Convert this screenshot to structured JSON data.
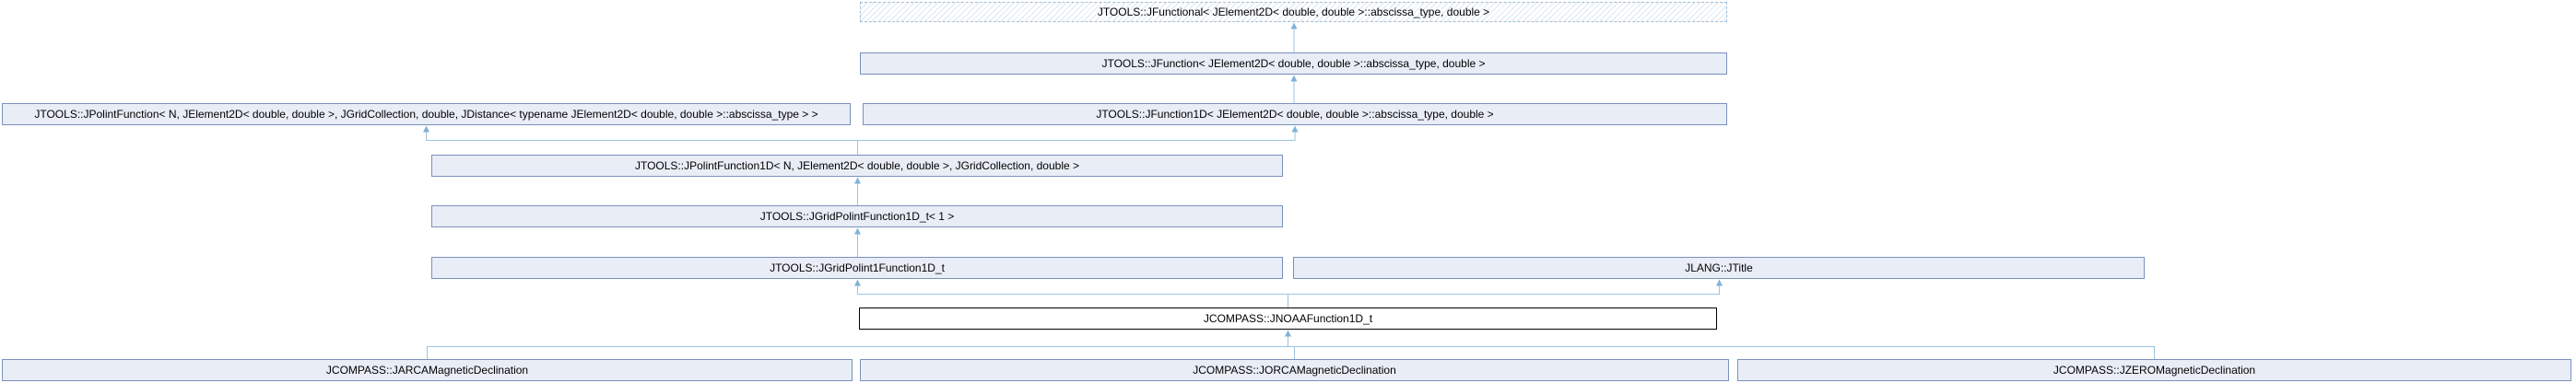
{
  "colors": {
    "background": "#ffffff",
    "node_fill": "#e9edf6",
    "node_border": "#7b90bd",
    "undocumented_node_border": "#9fbfd8",
    "current_node_border": "#000000",
    "current_node_fill": "#ffffff",
    "edge_line": "#9ec4de",
    "edge_arrowhead": "#7fb2d7",
    "text": "#000000"
  },
  "nodes": {
    "jfunctional": "JTOOLS::JFunctional< JElement2D< double, double >::abscissa_type, double >",
    "jfunction": "JTOOLS::JFunction< JElement2D< double, double >::abscissa_type, double >",
    "jpolintfunction": "JTOOLS::JPolintFunction< N, JElement2D< double, double >, JGridCollection, double, JDistance< typename JElement2D< double, double >::abscissa_type > >",
    "jfunction1d": "JTOOLS::JFunction1D< JElement2D< double, double >::abscissa_type, double >",
    "jpolintfunction1d": "JTOOLS::JPolintFunction1D< N, JElement2D< double, double >, JGridCollection, double >",
    "jgridpolintfunction1d_t": "JTOOLS::JGridPolintFunction1D_t< 1 >",
    "jgridpolint1function1d_t": "JTOOLS::JGridPolint1Function1D_t",
    "jtitle": "JLANG::JTitle",
    "jnoaafunction1d_t": "JCOMPASS::JNOAAFunction1D_t",
    "jarcamagneticdeclination": "JCOMPASS::JARCAMagneticDeclination",
    "jorcamagneticdeclination": "JCOMPASS::JORCAMagneticDeclination",
    "jzeromagneticdeclination": "JCOMPASS::JZEROMagneticDeclination"
  },
  "edges": [
    {
      "from": "jfunction",
      "to": "jfunctional"
    },
    {
      "from": "jfunction1d",
      "to": "jfunction"
    },
    {
      "from": "jpolintfunction1d",
      "to": "jpolintfunction"
    },
    {
      "from": "jpolintfunction1d",
      "to": "jfunction1d"
    },
    {
      "from": "jgridpolintfunction1d_t",
      "to": "jpolintfunction1d"
    },
    {
      "from": "jgridpolint1function1d_t",
      "to": "jgridpolintfunction1d_t"
    },
    {
      "from": "jnoaafunction1d_t",
      "to": "jgridpolint1function1d_t"
    },
    {
      "from": "jnoaafunction1d_t",
      "to": "jtitle"
    },
    {
      "from": "jarcamagneticdeclination",
      "to": "jnoaafunction1d_t"
    },
    {
      "from": "jorcamagneticdeclination",
      "to": "jnoaafunction1d_t"
    },
    {
      "from": "jzeromagneticdeclination",
      "to": "jnoaafunction1d_t"
    }
  ]
}
